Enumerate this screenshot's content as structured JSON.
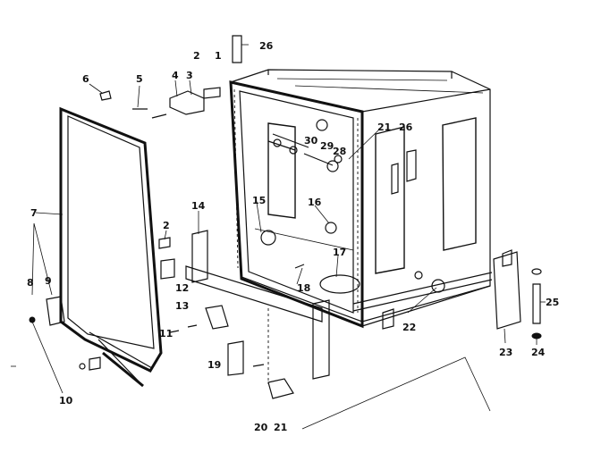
{
  "callouts": [
    "1",
    "2",
    "3",
    "4",
    "5",
    "6",
    "7",
    "8",
    "9",
    "10",
    "11",
    "12",
    "13",
    "14",
    "15",
    "16",
    "17",
    "18",
    "19",
    "20",
    "21",
    "22",
    "23",
    "24",
    "25",
    "26",
    "28",
    "29",
    "30"
  ],
  "labels": {
    "l1": "1",
    "l2a": "2",
    "l26a": "26",
    "l6": "6",
    "l5": "5",
    "l4": "4",
    "l3": "3",
    "l7": "7",
    "l2b": "2",
    "l14": "14",
    "l8": "8",
    "l9": "9",
    "l10": "10",
    "l12": "12",
    "l13": "13",
    "l11": "11",
    "l19": "19",
    "l15": "15",
    "l16": "16",
    "l17": "17",
    "l18": "18",
    "l30": "30",
    "l29": "29",
    "l28": "28",
    "l21a": "21",
    "l26b": "26",
    "l22": "22",
    "l23": "23",
    "l24": "24",
    "l25": "25",
    "l20": "20",
    "l21b": "21"
  }
}
